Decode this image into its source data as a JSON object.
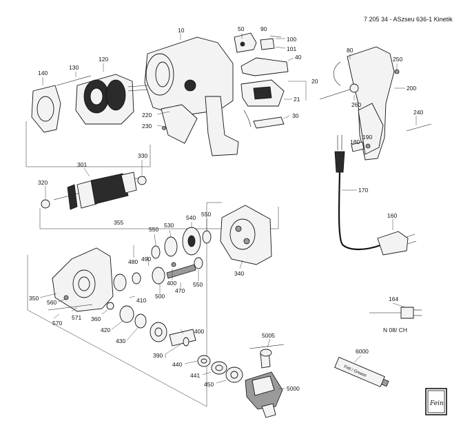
{
  "header": {
    "title": "7 205 34 - ASzseu 636-1 Kinetik"
  },
  "footnote": "N 08/ CH",
  "logo_text": "Fein",
  "parts": {
    "p10": "10",
    "p20": "20",
    "p21": "21",
    "p30": "30",
    "p40": "40",
    "p50": "50",
    "p80": "80",
    "p90": "90",
    "p100": "100",
    "p101": "101",
    "p120": "120",
    "p130": "130",
    "p140": "140",
    "p160": "160",
    "p164": "164",
    "p170": "170",
    "p180": "180",
    "p190": "190",
    "p200": "200",
    "p220": "220",
    "p230": "230",
    "p240": "240",
    "p250": "250",
    "p260": "260",
    "p301": "301",
    "p320": "320",
    "p330": "330",
    "p340": "340",
    "p350": "350",
    "p355": "355",
    "p360": "360",
    "p390": "390",
    "p400a": "400",
    "p400b": "400",
    "p410": "410",
    "p420": "420",
    "p430": "430",
    "p440": "440",
    "p441": "441",
    "p450": "450",
    "p470": "470",
    "p480": "480",
    "p490": "490",
    "p500": "500",
    "p530": "530",
    "p540": "540",
    "p550a": "550",
    "p550b": "550",
    "p550c": "550",
    "p560": "560",
    "p570": "570",
    "p571": "571",
    "p5000": "5000",
    "p5005": "5005",
    "p6000": "6000"
  },
  "grease_tube_label": "Fett / Grease",
  "icons": {
    "logo": "fein-logo-icon"
  }
}
